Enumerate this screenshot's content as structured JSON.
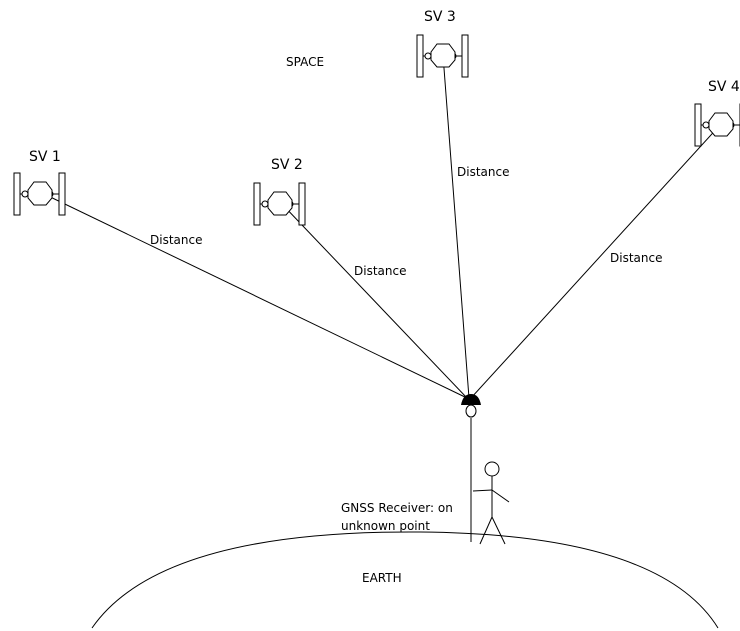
{
  "labels": {
    "space": "SPACE",
    "earth": "EARTH",
    "receiver_line1": "GNSS Receiver: on",
    "receiver_line2": "unknown point"
  },
  "satellites": [
    {
      "name": "SV 1",
      "distance_label": "Distance"
    },
    {
      "name": "SV 2",
      "distance_label": "Distance"
    },
    {
      "name": "SV 3",
      "distance_label": "Distance"
    },
    {
      "name": "SV 4",
      "distance_label": "Distance"
    }
  ],
  "colors": {
    "line": "#000000",
    "background": "#ffffff"
  },
  "icons": [
    "satellite-icon",
    "gnss-antenna-icon",
    "person-icon"
  ]
}
